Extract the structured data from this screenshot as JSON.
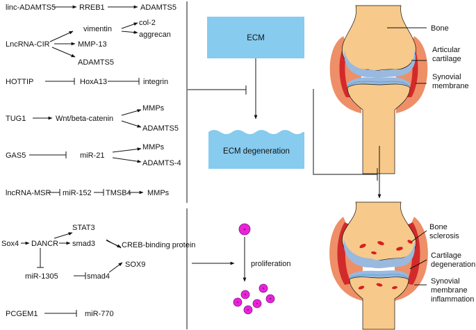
{
  "pathways": {
    "linc_adamts5": "linc-ADAMTS5",
    "rreb1": "RREB1",
    "adamts5_a": "ADAMTS5",
    "lncrna_cir": "LncRNA-CIR",
    "vimentin": "vimentin",
    "col2": "col-2",
    "aggrecan": "aggrecan",
    "mmp13": "MMP-13",
    "adamts5_b": "ADAMTS5",
    "hottip": "HOTTIP",
    "hoxa13": "HoxA13",
    "integrin": "integrin",
    "tug1": "TUG1",
    "wnt": "Wnt/beta-catenin",
    "mmps_a": "MMPs",
    "adamts5_c": "ADAMTS5",
    "gas5": "GAS5",
    "mir21": "miR-21",
    "mmps_b": "MMPs",
    "adamts4": "ADAMTS-4",
    "lncrna_msr": "lncRNA-MSR",
    "mir152": "miR-152",
    "tmsb4": "TMSB4",
    "mmps_c": "MMPs"
  },
  "proliferation_pathways": {
    "sox4": "Sox4",
    "dancr": "DANCR",
    "stat3": "STAT3",
    "smad3": "smad3",
    "creb": "CREB-binding protein",
    "sox9": "SOX9",
    "mir1305": "miR-1305",
    "smad4": "smad4",
    "pcgem1": "PCGEM1",
    "mir770": "miR-770"
  },
  "center": {
    "ecm": "ECM",
    "ecm_degeneration": "ECM degeneration",
    "proliferation": "proliferation"
  },
  "joint_labels": {
    "bone": "Bone",
    "articular_cartilage": "Articular\ncartilage",
    "synovial_membrane": "Synovial\nmembrane",
    "bone_sclerosis": "Bone\nsclerosis",
    "cartilage_degeneration": "Cartilage\ndegeneration",
    "synovial_inflammation": "Synovial\nmembrane\ninflammation"
  },
  "colors": {
    "ecm_box": "#87cbee",
    "bone": "#f7c98a",
    "cartilage": "#99b9df",
    "synovium_outer": "#ee8f67",
    "synovium_red": "#d22a2a",
    "cell_fill": "#ea22d8",
    "cell_stroke": "#7a1a86",
    "lesion": "#d81e1e"
  }
}
